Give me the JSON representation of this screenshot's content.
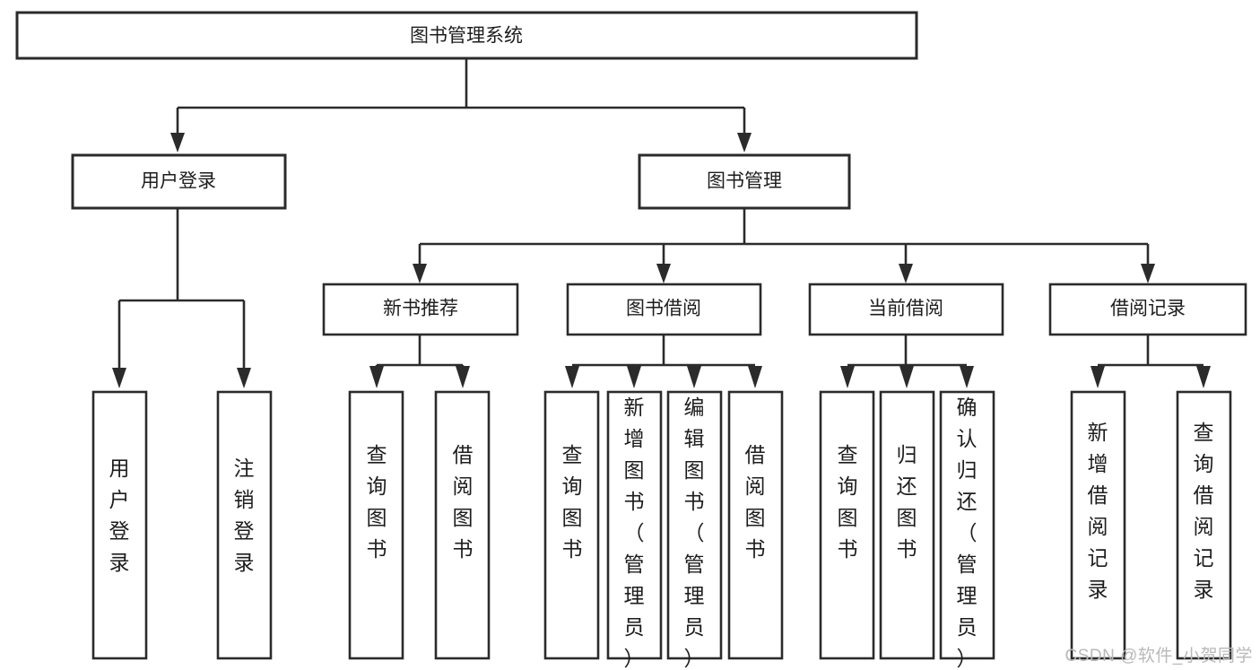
{
  "diagram": {
    "type": "tree-flowchart",
    "title": "图书管理系统",
    "orientation": "top-down",
    "colors": {
      "box_stroke": "#2b2b2b",
      "box_fill": "#ffffff",
      "text": "#1d1d1d",
      "watermark": "#b9b9b9",
      "background": "#ffffff"
    },
    "root": {
      "label": "图书管理系统"
    },
    "level2": [
      {
        "label": "用户登录"
      },
      {
        "label": "图书管理"
      }
    ],
    "level3": [
      {
        "label": "新书推荐"
      },
      {
        "label": "图书借阅"
      },
      {
        "label": "当前借阅"
      },
      {
        "label": "借阅记录"
      }
    ],
    "leaves": {
      "user_login": [
        {
          "label": "用户登录"
        },
        {
          "label": "注销登录"
        }
      ],
      "new_book_recommend": [
        {
          "label": "查询图书"
        },
        {
          "label": "借阅图书"
        }
      ],
      "book_borrow": [
        {
          "label": "查询图书"
        },
        {
          "label": "新增图书（管理员）"
        },
        {
          "label": "编辑图书（管理员）"
        },
        {
          "label": "借阅图书"
        }
      ],
      "current_borrow": [
        {
          "label": "查询图书"
        },
        {
          "label": "归还图书"
        },
        {
          "label": "确认归还（管理员）"
        }
      ],
      "borrow_record": [
        {
          "label": "新增借阅记录"
        },
        {
          "label": "查询借阅记录"
        }
      ]
    }
  },
  "watermark": {
    "text": "CSDN @软件_小贺同学"
  }
}
